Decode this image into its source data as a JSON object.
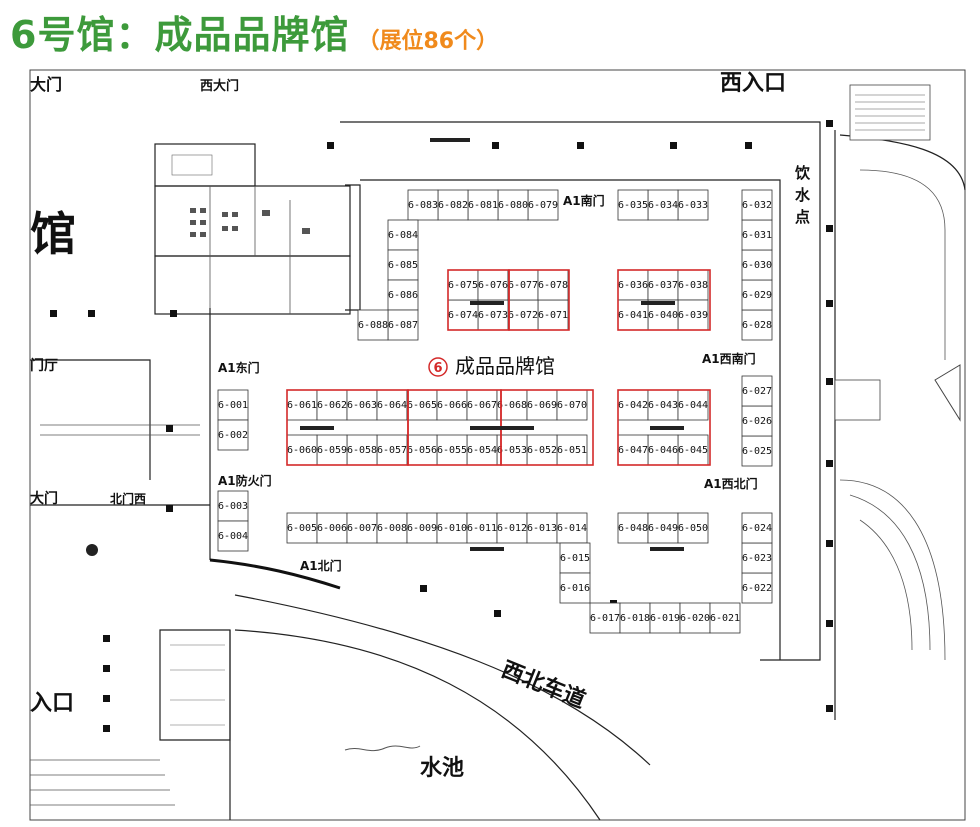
{
  "title": {
    "main": "6号馆：成品品牌馆",
    "sub": "（展位86个）"
  },
  "hall": {
    "badge": "6",
    "name": "成品品牌馆",
    "badge_color": "#d42a2a"
  },
  "colors": {
    "title_green": "#3d9a3b",
    "subtitle_orange": "#f08a1c",
    "highlight_red": "#d42a2a"
  },
  "labels": {
    "west_gate": "西大门",
    "west_entrance": "西入口",
    "drinking_water": "饮水点",
    "a1_south_gate": "A1南门",
    "a1_east_gate": "A1东门",
    "a1_fire_gate": "A1防火门",
    "a1_north_gate": "A1北门",
    "a1_west_south_gate": "A1西南门",
    "a1_west_north_gate": "A1西北门",
    "north_west_gate": "北门西",
    "northwest_lane": "西北车道",
    "pool": "水池",
    "entrance": "入口",
    "hall_char": "馆",
    "big_gate": "大门",
    "hall_lobby": "门厅",
    "left_top_gate": "大门"
  },
  "booths": [
    "6-001",
    "6-002",
    "6-003",
    "6-004",
    "6-005",
    "6-006",
    "6-007",
    "6-008",
    "6-009",
    "6-010",
    "6-011",
    "6-012",
    "6-013",
    "6-014",
    "6-015",
    "6-016",
    "6-017",
    "6-018",
    "6-019",
    "6-020",
    "6-021",
    "6-022",
    "6-023",
    "6-024",
    "6-025",
    "6-026",
    "6-027",
    "6-028",
    "6-029",
    "6-030",
    "6-031",
    "6-032",
    "6-033",
    "6-034",
    "6-035",
    "6-036",
    "6-037",
    "6-038",
    "6-039",
    "6-040",
    "6-041",
    "6-042",
    "6-043",
    "6-044",
    "6-045",
    "6-046",
    "6-047",
    "6-048",
    "6-049",
    "6-050",
    "6-051",
    "6-052",
    "6-053",
    "6-054",
    "6-055",
    "6-056",
    "6-057",
    "6-058",
    "6-059",
    "6-060",
    "6-061",
    "6-062",
    "6-063",
    "6-064",
    "6-065",
    "6-066",
    "6-067",
    "6-068",
    "6-069",
    "6-070",
    "6-071",
    "6-072",
    "6-073",
    "6-074",
    "6-075",
    "6-076",
    "6-077",
    "6-078",
    "6-079",
    "6-080",
    "6-081",
    "6-082",
    "6-083",
    "6-084",
    "6-085",
    "6-086",
    "6-087",
    "6-088"
  ]
}
